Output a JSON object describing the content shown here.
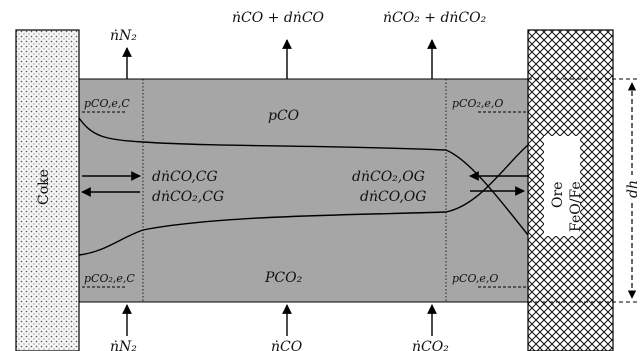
{
  "labels": {
    "coke": "Coke",
    "ore_line1": "Ore",
    "ore_line2": "FeO/Fe",
    "dh": "dh",
    "top_n2": "ṅN₂",
    "top_co": "ṅCO + dṅCO",
    "top_co2": "ṅCO₂ + dṅCO₂",
    "bottom_n2": "ṅN₂",
    "bottom_co": "ṅCO",
    "bottom_co2": "ṅCO₂",
    "p_co": "pCO",
    "p_co2": "PCO₂",
    "pco_eC": "pCO,e,C",
    "pco2_eO": "pCO₂,e,O",
    "pco2_eC": "pCO₂,e,C",
    "pco_eO": "pCO,e,O",
    "dn_co_cg": "dṅCO,CG",
    "dn_co2_cg": "dṅCO₂,CG",
    "dn_co2_og": "dṅCO₂,OG",
    "dn_co_og": "dṅCO,OG"
  },
  "colors": {
    "gas_region": "#a6a6a6",
    "coke_fill": "#f2f2f2",
    "ore_hatch": "#111111",
    "stroke": "#000000"
  }
}
